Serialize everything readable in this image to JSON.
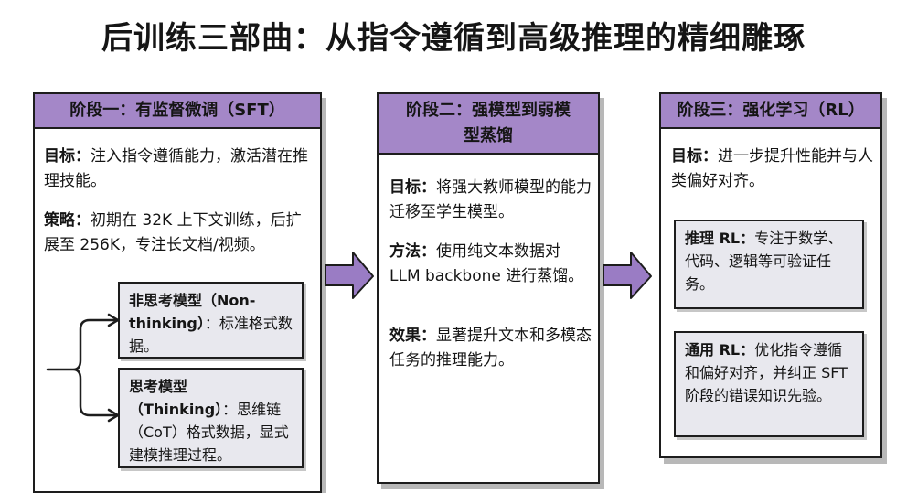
{
  "title": "后训练三部曲：从指令遵循到高级推理的精细雕琢",
  "stage1": {
    "header": "阶段一：有监督微调（SFT）",
    "goal_label": "目标：",
    "goal_text": "注入指令遵循能力，激活潜在推理技能。",
    "strategy_label": "策略：",
    "strategy_text": "初期在 32K 上下文训练，后扩展至 256K，专注长文档/视频。",
    "non_thinking_title": "非思考模型（Non-thinking）",
    "non_thinking_text": "：标准格式数据。",
    "thinking_title": "思考模型（Thinking）",
    "thinking_text": "：思维链（CoT）格式数据，显式建模推理过程。"
  },
  "stage2": {
    "header": "阶段二：强模型到弱模型蒸馏",
    "goal_label": "目标：",
    "goal_text": "将强大教师模型的能力迁移至学生模型。",
    "method_label": "方法：",
    "method_text": "使用纯文本数据对 LLM backbone 进行蒸馏。",
    "effect_label": "效果：",
    "effect_text": "显著提升文本和多模态任务的推理能力。"
  },
  "stage3": {
    "header": "阶段三：强化学习（RL）",
    "goal_label": "目标：",
    "goal_text": "进一步提升性能并与人类偏好对齐。",
    "reasoning_label": "推理 RL：",
    "reasoning_text": "专注于数学、代码、逻辑等可验证任务。",
    "general_label": "通用 RL：",
    "general_text": "优化指令遵循和偏好对齐，并纠正 SFT 阶段的错误知识先验。"
  },
  "colors": {
    "header_fill": "#a487c8",
    "arrow_fill": "#9a7cc4",
    "sub_fill": "#e8e8ee"
  }
}
